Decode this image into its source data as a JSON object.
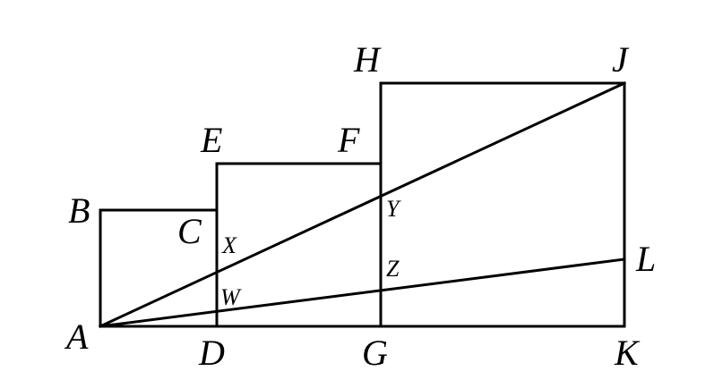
{
  "diagram": {
    "figures": [
      "square ABCD",
      "square DEFG",
      "square GHJK"
    ],
    "segments": [
      "AJ",
      "AL"
    ],
    "intersections": {
      "X": "AJ ∩ CD",
      "Y": "AJ ∩ FG",
      "W": "AL ∩ CD",
      "Z": "AL ∩ FG"
    },
    "labels": {
      "A": "A",
      "B": "B",
      "C": "C",
      "D": "D",
      "E": "E",
      "F": "F",
      "G": "G",
      "H": "H",
      "J": "J",
      "K": "K",
      "L": "L",
      "X": "X",
      "Y": "Y",
      "W": "W",
      "Z": "Z"
    },
    "colors": {
      "stroke": "#000000",
      "background": "#ffffff"
    }
  }
}
